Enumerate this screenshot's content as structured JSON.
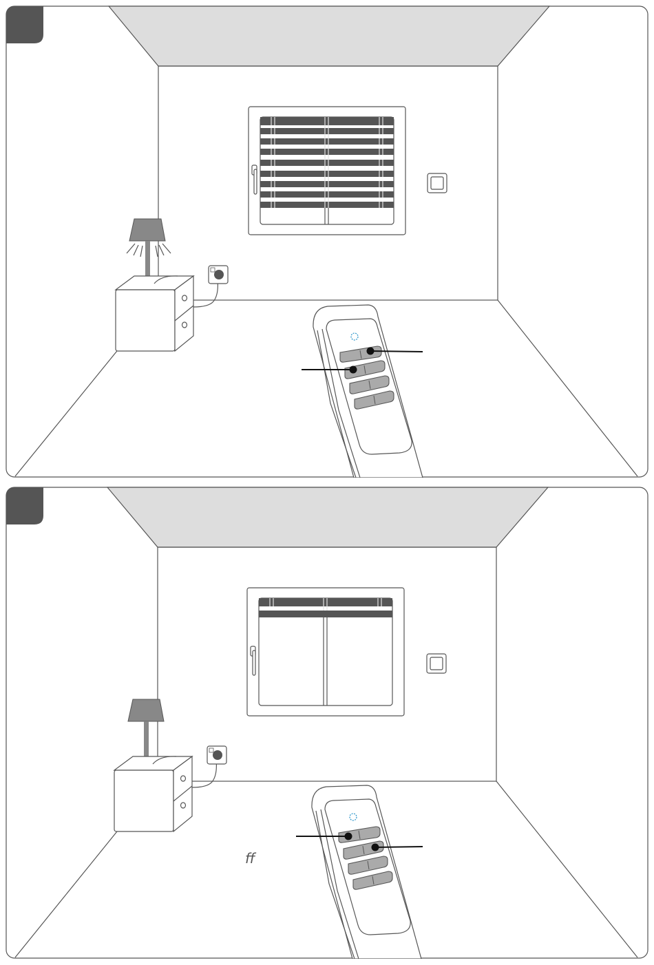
{
  "colors": {
    "line": "#555555",
    "ceiling": "#dddddd",
    "dark": "#555555",
    "button": "#aaaaaa",
    "led": "#3399cc",
    "background": "#ffffff"
  },
  "panels": [
    {
      "badge": "",
      "floor_text": "",
      "blind_state": "closed",
      "blind_slats_visible": 10,
      "lamp_on": true,
      "pressed_buttons": [
        "up-button",
        "left-button"
      ]
    },
    {
      "badge": "",
      "floor_text": "ff",
      "blind_state": "open",
      "blind_slats_visible": 2,
      "lamp_on": false,
      "pressed_buttons": [
        "left-button",
        "right-button"
      ]
    }
  ],
  "icons": [
    "remote-control-icon",
    "led-icon",
    "wall-switch-icon",
    "power-socket-icon",
    "table-lamp-icon",
    "window-blind-icon"
  ]
}
